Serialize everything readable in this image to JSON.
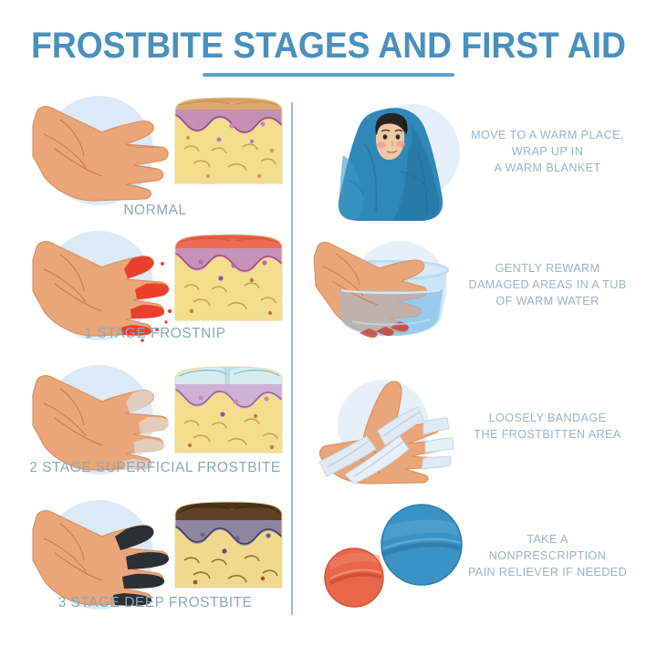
{
  "header": {
    "title": "FROSTBITE STAGES AND FIRST AID",
    "title_color": "#4a90bd",
    "rule_color": "#5fa3cc"
  },
  "theme": {
    "background": "#ffffff",
    "blob_blue": "#dceaf7",
    "divider_blue": "#8cc3e0",
    "caption_text": "#8aa8bb",
    "instruction_text": "#9bb4c6",
    "skin": "#eaa578",
    "skin_shadow": "#d98e60",
    "blanket_blue": "#2f88b8",
    "water_blue": "#aed4ee",
    "bandage": "#dfeaf2",
    "pill_blue": "#3a92c4",
    "pill_orange": "#e8664a",
    "fat_yellow": "#f5dd8e",
    "dermis_pink": "#f3b8c8",
    "epidermis_tan": "#e0a86f",
    "epidermis_red": "#ee6a52",
    "blister_blue": "#bfdde0",
    "necrotic_brown": "#5f4224"
  },
  "stages": [
    {
      "id": "normal",
      "label_number": "",
      "label_name": "NORMAL",
      "caption": "NORMAL",
      "hand_state": "healthy",
      "skin_layers": {
        "epidermis": "#e0a86f",
        "junction": "#9d5f86",
        "dermis": "#f3b8c8",
        "fat": "#f5dd8e"
      }
    },
    {
      "id": "stage-1",
      "label_number": "1 STAGE",
      "label_name": "FROSTNIP",
      "caption": "1 STAGE  FROSTNIP",
      "hand_state": "red-fingertips",
      "skin_layers": {
        "epidermis": "#ee6a52",
        "junction": "#a45a80",
        "dermis": "#f3b8c8",
        "fat": "#f5dd8e"
      }
    },
    {
      "id": "stage-2",
      "label_number": "2 STAGE",
      "label_name": "SUPERFICIAL FROSTBITE",
      "caption": "2 STAGE  SUPERFICIAL FROSTBITE",
      "hand_state": "pale",
      "skin_layers": {
        "epidermis": "#bfdde0",
        "junction": "#8e6b93",
        "dermis": "#f3b8c8",
        "fat": "#f5dd8e"
      }
    },
    {
      "id": "stage-3",
      "label_number": "3 STAGE",
      "label_name": "DEEP FROSTBITE",
      "caption": "3 STAGE  DEEP FROSTBITE",
      "hand_state": "black-fingers",
      "skin_layers": {
        "epidermis": "#5f4224",
        "junction": "#4a3a52",
        "dermis": "#9a8fa8",
        "fat": "#f0d98d"
      }
    }
  ],
  "aid": [
    {
      "id": "warm-place",
      "illustration": "person-wrapped-in-blanket",
      "lines": [
        "MOVE TO A WARM PLACE,",
        "WRAP UP IN",
        "A WARM BLANKET"
      ]
    },
    {
      "id": "rewarm-water",
      "illustration": "hand-in-water-tub",
      "lines": [
        "GENTLY REWARM",
        "DAMAGED AREAS IN A TUB",
        "OF WARM WATER"
      ]
    },
    {
      "id": "bandage",
      "illustration": "bandaged-hand",
      "lines": [
        "LOOSELY BANDAGE",
        "THE FROSTBITTEN AREA"
      ]
    },
    {
      "id": "pain-reliever",
      "illustration": "two-pills",
      "lines": [
        "TAKE A",
        "NONPRESCRIPTION",
        "PAIN RELIEVER IF NEEDED"
      ]
    }
  ]
}
